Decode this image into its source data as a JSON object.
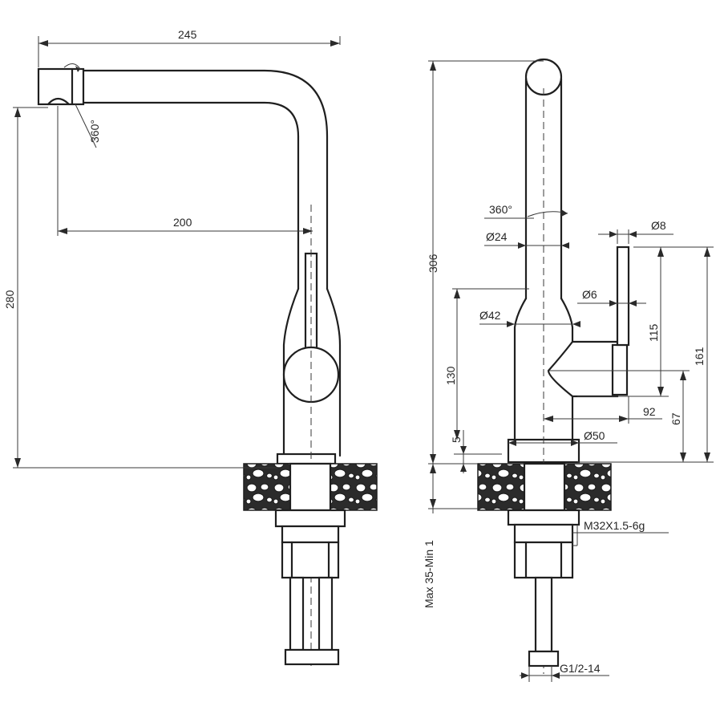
{
  "colors": {
    "line": "#1f1f1f",
    "dimension": "#3a3a3a",
    "background": "#ffffff"
  },
  "front_view": {
    "dims": {
      "spout_length": "245",
      "spout_reach": "200",
      "total_height": "280",
      "rotation": "360°"
    }
  },
  "side_view": {
    "dims": {
      "total_height": "306",
      "rotation": "360°",
      "spout_diameter": "Ø24",
      "handle_diameter": "Ø8",
      "lever_diameter": "Ø6",
      "body_diameter": "Ø42",
      "handle_height": "115",
      "body_height": "130",
      "handle_total": "161",
      "handle_reach": "92",
      "handle_axis_height": "67",
      "base_offset": "5",
      "base_diameter": "Ø50",
      "deck_thickness": "Max 35-Min 1",
      "thread": "M32X1.5-6g",
      "connection": "G1/2-14"
    }
  }
}
